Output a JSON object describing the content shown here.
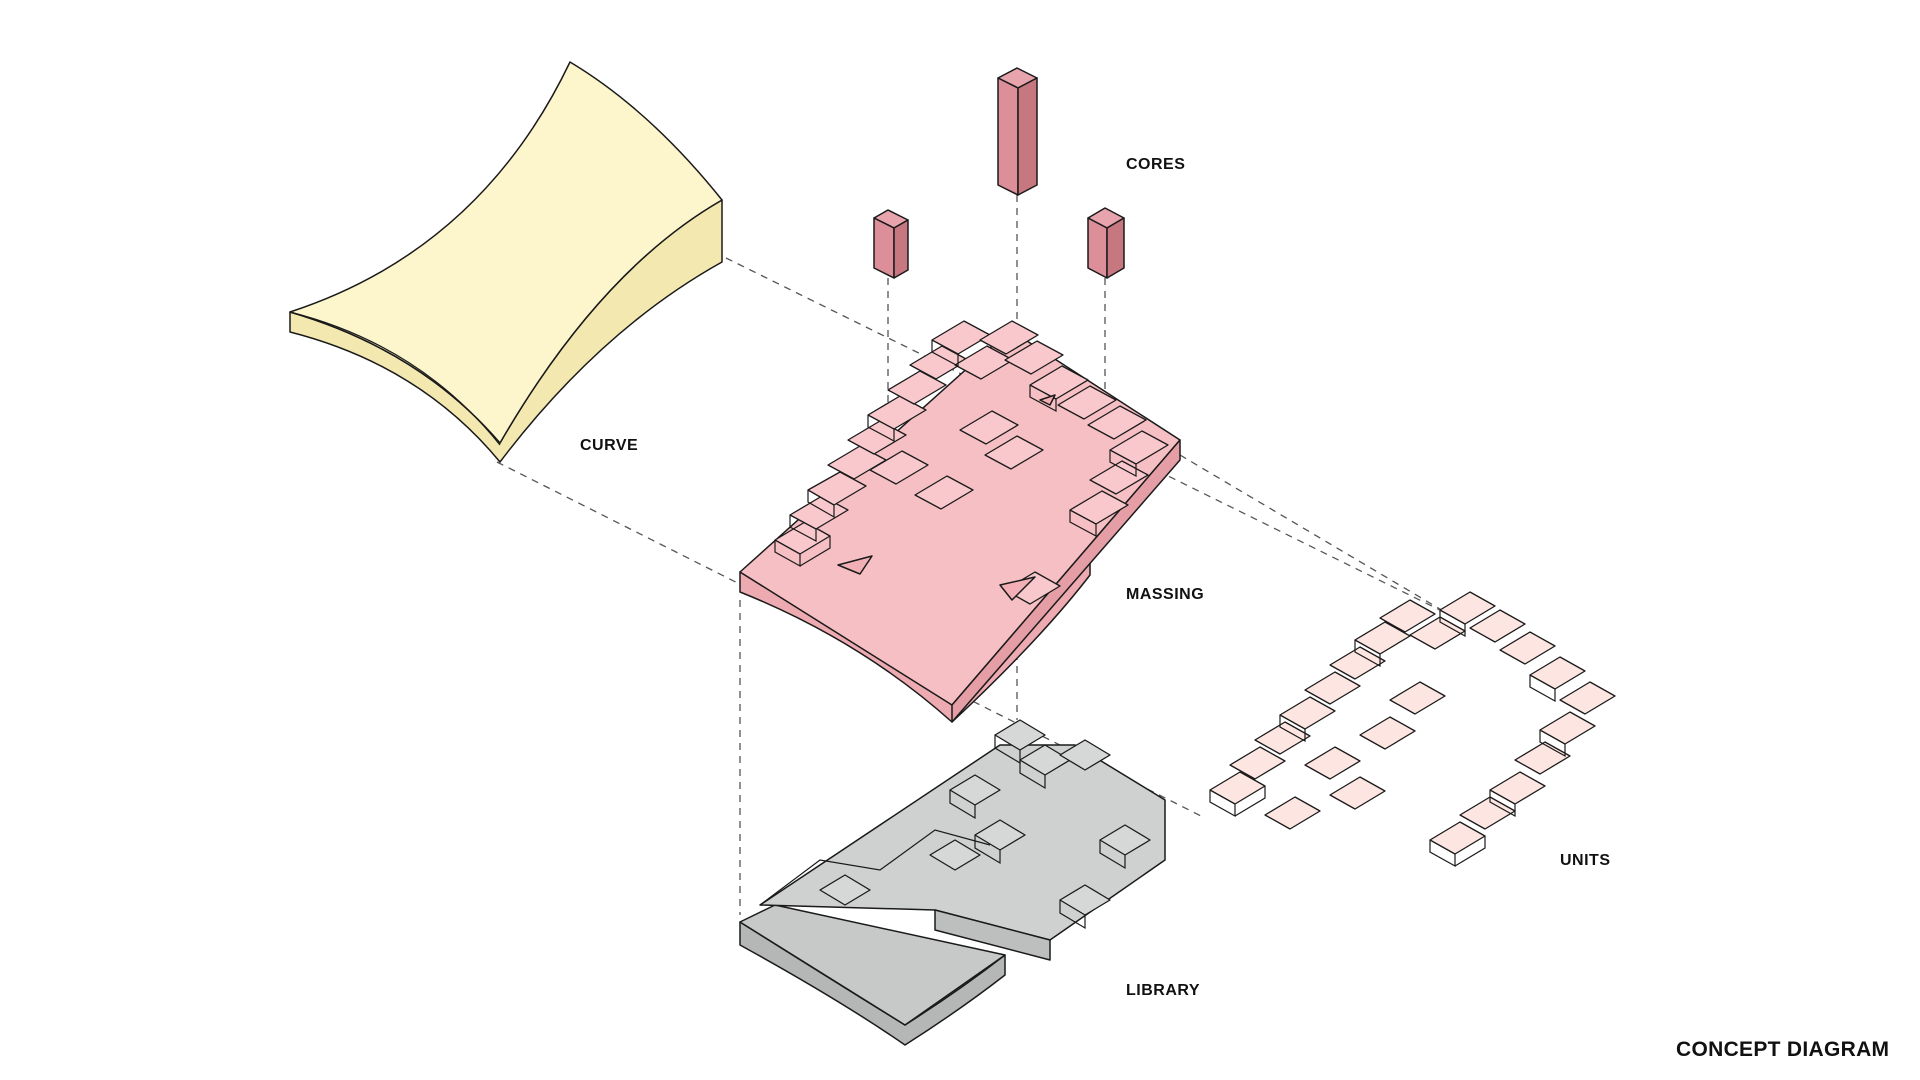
{
  "labels": {
    "curve": "CURVE",
    "cores": "CORES",
    "massing": "MASSING",
    "units": "UNITS",
    "library": "LIBRARY",
    "concept_diagram": "CONCEPT DIAGRAM"
  },
  "colors": {
    "curve": "#fdf6cd",
    "cores": "#dc8f99",
    "massing": "#f6bfc3",
    "units": "#fde5e1",
    "library": "#c7c8c8",
    "stroke": "#1a1a1a",
    "guide": "#555555"
  }
}
